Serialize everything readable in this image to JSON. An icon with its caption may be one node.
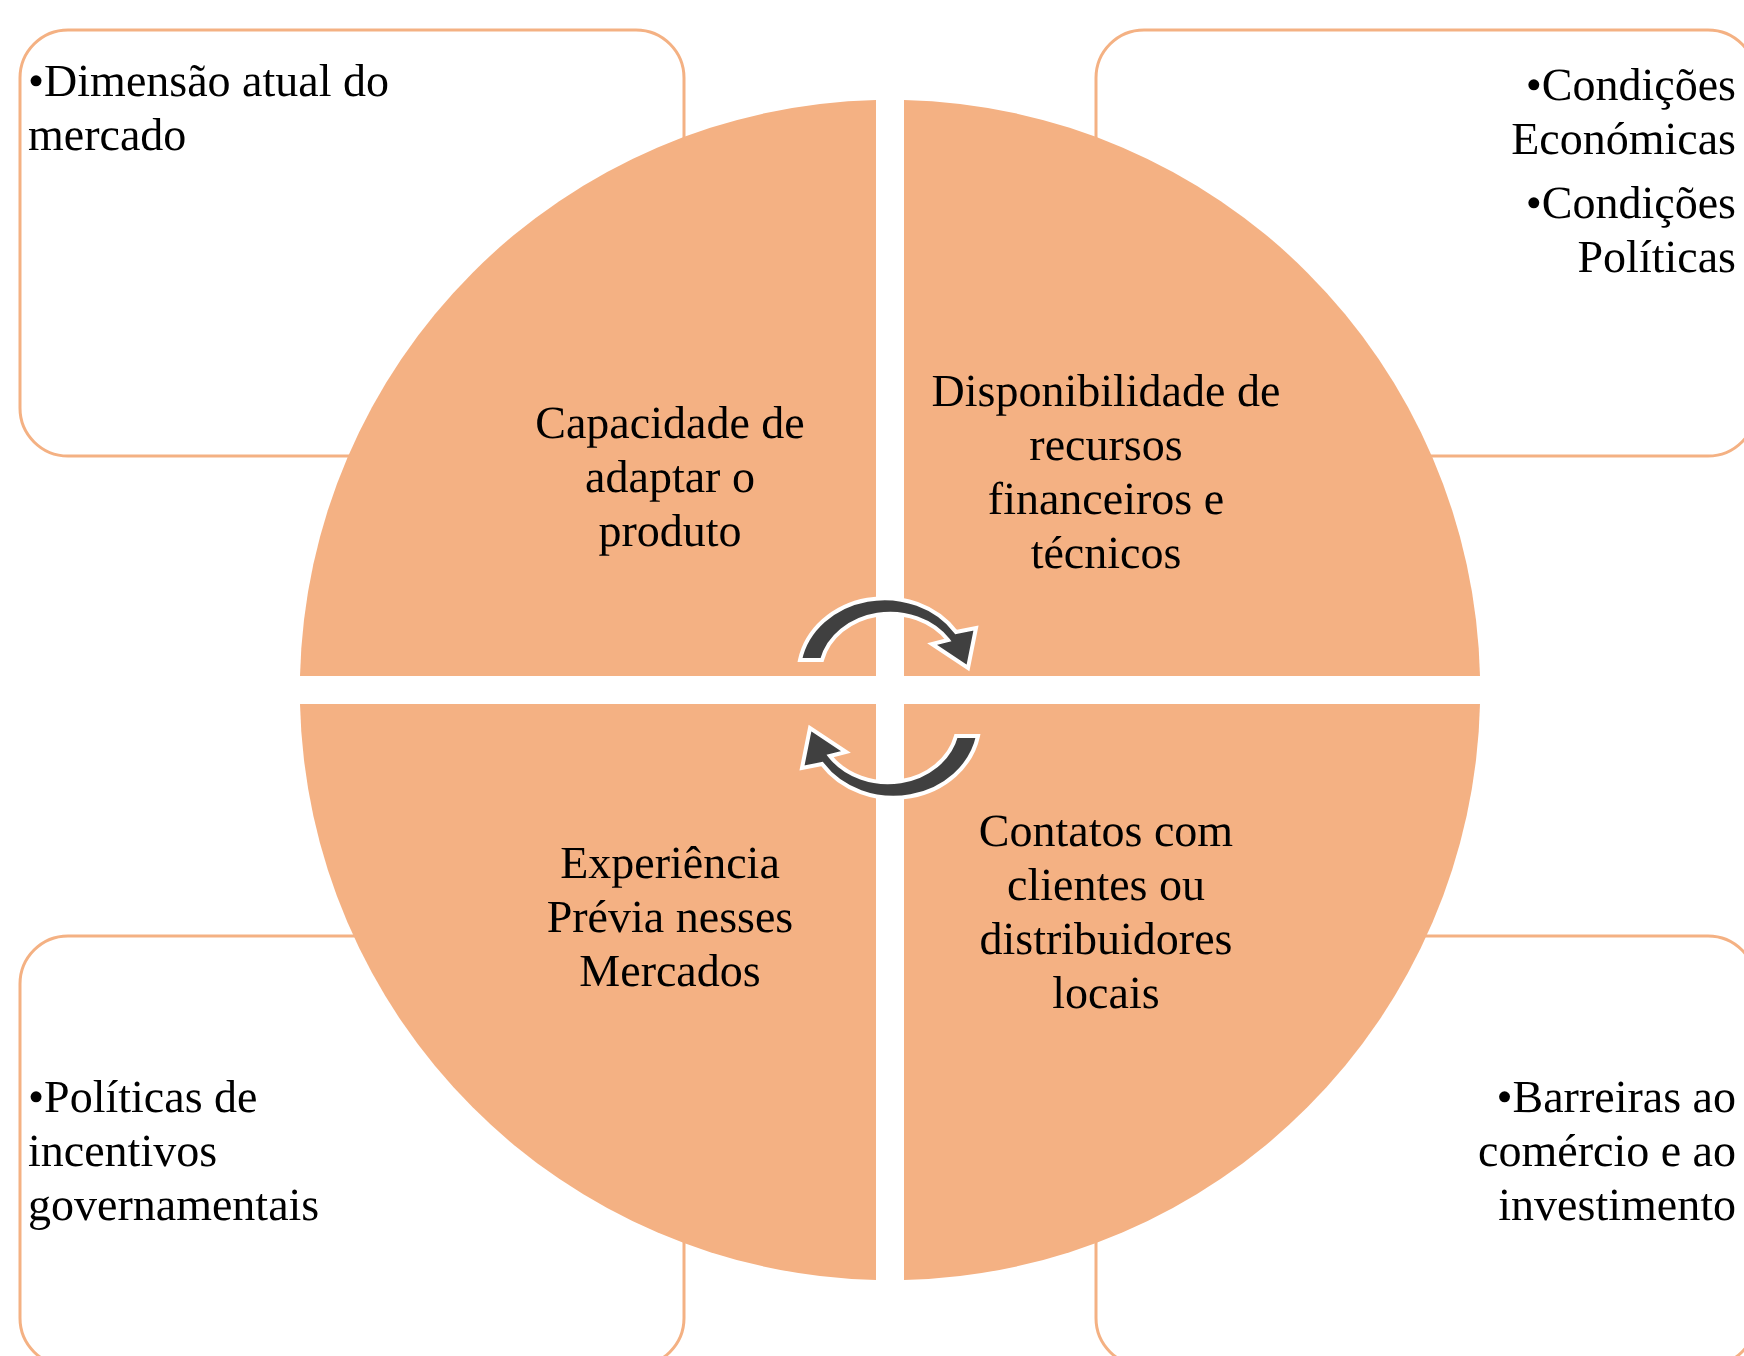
{
  "diagram": {
    "nodes": [
      {
        "text": [
          "•Dimensão atual do mercado"
        ]
      },
      {
        "text": [
          "•Condições Económicas",
          "•Condições Políticas"
        ]
      },
      {
        "text": [
          "Capacidade de adaptar o produto"
        ]
      },
      {
        "text": [
          "Disponibilidade de recursos financeiros e técnicos"
        ]
      },
      {
        "text": [
          "Experiência Prévia nesses Mercados"
        ]
      },
      {
        "text": [
          "Contatos com clientes ou distribuidores locais"
        ]
      },
      {
        "text": [
          "•Políticas de incentivos governamentais"
        ]
      },
      {
        "text": [
          "•Barreiras ao comércio e ao investimento"
        ]
      }
    ],
    "edges": []
  }
}
